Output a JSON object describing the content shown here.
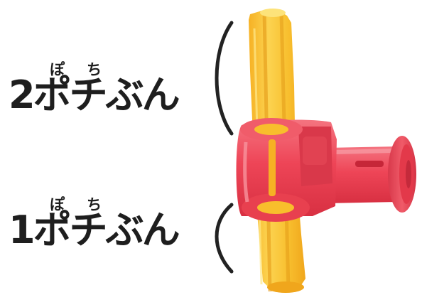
{
  "labels": [
    {
      "ruby_po": "ぽ",
      "ruby_chi": "ち",
      "text": "2ポチぶん"
    },
    {
      "ruby_po": "ぽ",
      "ruby_chi": "ち",
      "text": "1ポチぶん"
    }
  ],
  "colors": {
    "text": "#1e1e1e",
    "rod": "#f8be2c",
    "connector": "#ee4557"
  }
}
